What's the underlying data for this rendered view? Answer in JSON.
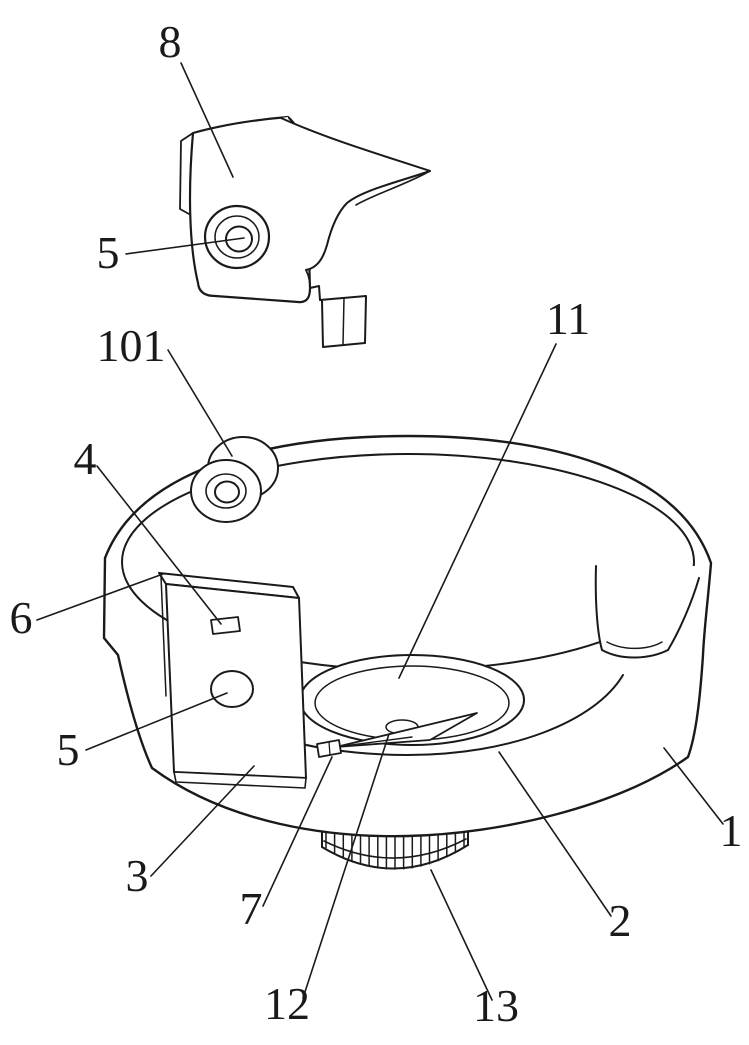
{
  "figure": {
    "kind": "patent-style exploded assembly line drawing",
    "background_color": "#ffffff",
    "line_color": "#1a1a1a",
    "gear_teeth_visible": 16
  },
  "labels": [
    {
      "text": "8"
    },
    {
      "text": "5"
    },
    {
      "text": "101"
    },
    {
      "text": "4"
    },
    {
      "text": "6"
    },
    {
      "text": "5"
    },
    {
      "text": "3"
    },
    {
      "text": "7"
    },
    {
      "text": "12"
    },
    {
      "text": "13"
    },
    {
      "text": "2"
    },
    {
      "text": "1"
    },
    {
      "text": "11"
    }
  ]
}
